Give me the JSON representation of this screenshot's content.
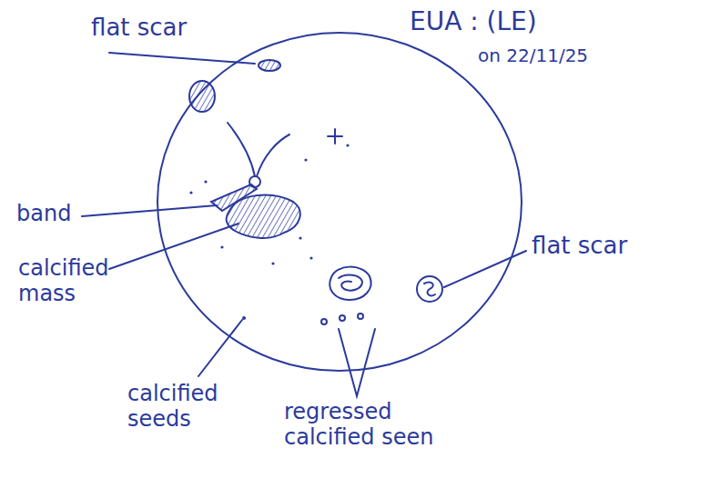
{
  "diagram": {
    "title": "EUA : (LE)",
    "labels": [
      "on 22/11/25",
      "flat scar",
      "band",
      "calcified mass",
      "calcified seeds",
      "regressed calcified seen",
      "flat scar"
    ]
  }
}
